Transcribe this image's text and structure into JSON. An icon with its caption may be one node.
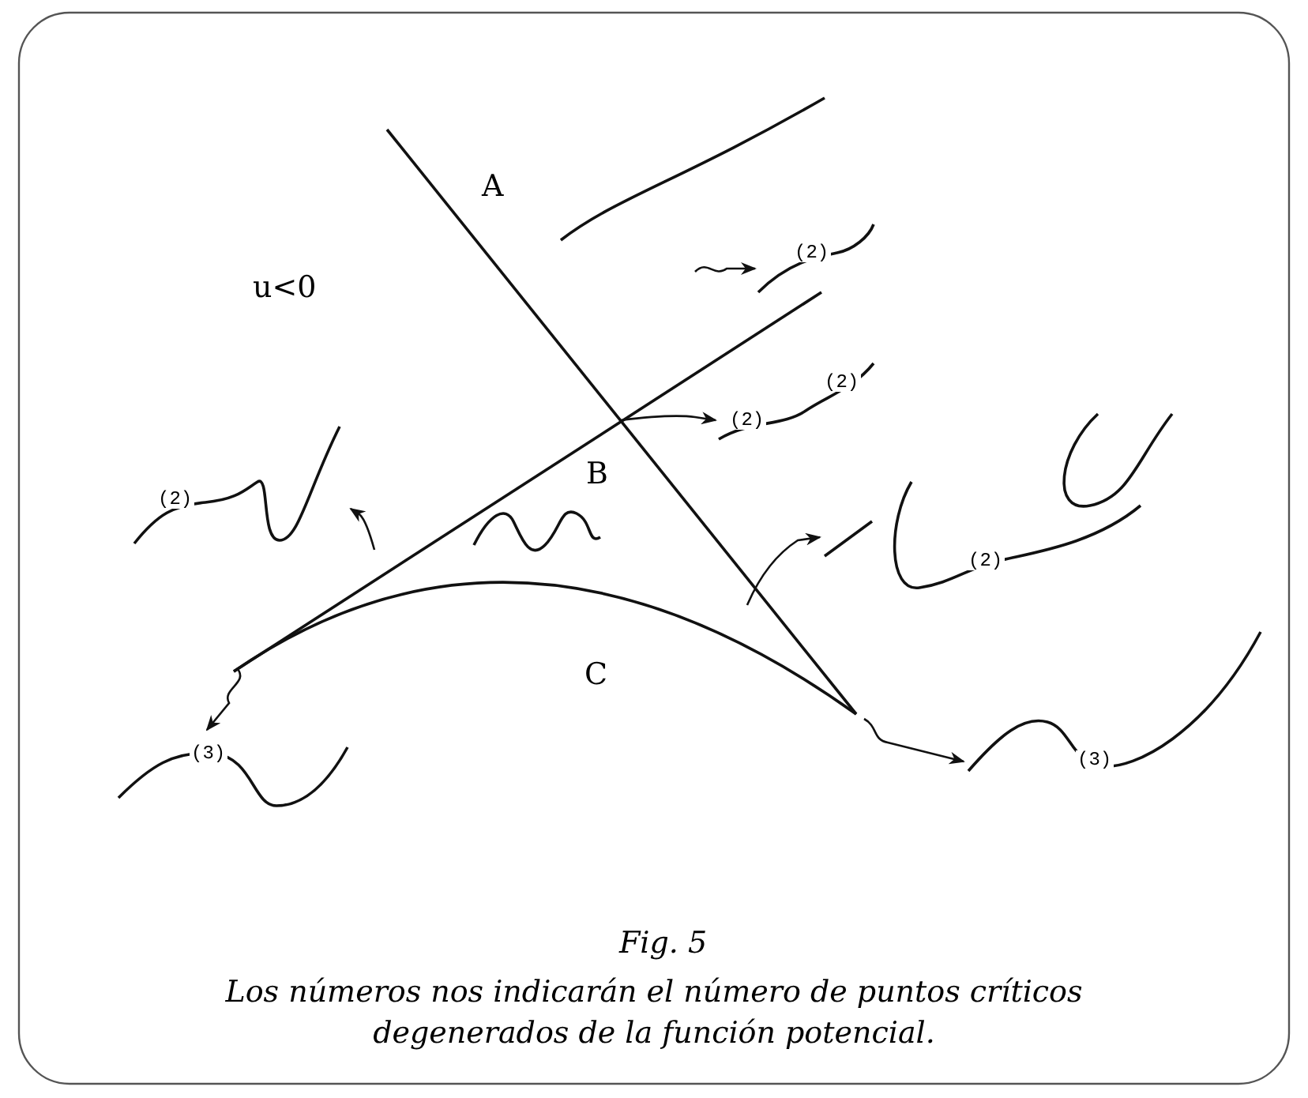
{
  "diagram": {
    "caption": "Los números nos indicarán el número de puntos críticos degenerados de la función potencial.",
    "nodes": [
      {
        "text": [
          "(2)"
        ]
      },
      {
        "text": [
          "(2)",
          "(2)"
        ]
      },
      {
        "text": [
          "(2)"
        ]
      },
      {
        "text": [
          "(2)"
        ]
      },
      {
        "text": [
          "(3)"
        ]
      },
      {
        "text": [
          "(3)"
        ]
      }
    ],
    "edges": [
      {
        "from": null,
        "to": 0,
        "arrow": "to"
      },
      {
        "from": null,
        "to": 1,
        "arrow": "to"
      },
      {
        "from": null,
        "to": 2,
        "arrow": "to"
      },
      {
        "from": null,
        "to": 3,
        "arrow": "to"
      },
      {
        "from": null,
        "to": 4,
        "arrow": "to"
      },
      {
        "from": null,
        "to": 5,
        "arrow": "to"
      }
    ],
    "labels": [
      "A",
      "u<0",
      "B",
      "C",
      "Fig. 5"
    ]
  }
}
